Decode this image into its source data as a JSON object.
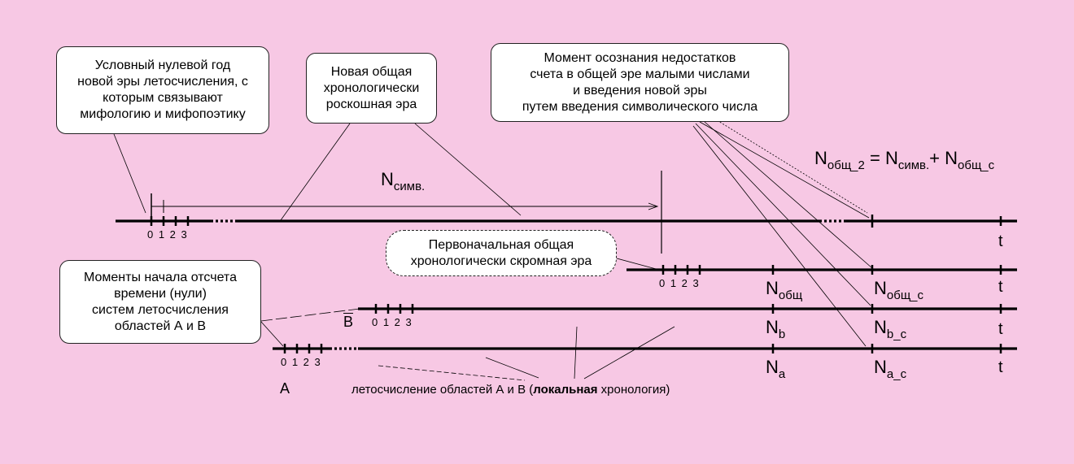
{
  "callouts": {
    "zero_year": "Условный нулевой год\nновой эры летосчисления, с\nкоторым связывают\nмифологию и мифопоэтику",
    "new_era": "Новая общая\nхронологически\nроскошная эра",
    "moment": "Момент осознания недостатков\nсчета в общей эре малыми числами\nи введения новой эры\nпутем введения символического числа",
    "original_era": "Первоначальная общая\nхронологически скромная эра",
    "origins": "Моменты начала отсчета\nвремени (нули)\nсистем летосчисления\nобластей А и В"
  },
  "labels": {
    "n_symb_base": "N",
    "n_symb_sub": "симв.",
    "formula_n1": "N",
    "formula_n1_sub": "общ_2",
    "formula_eq": " = ",
    "formula_n2": "N",
    "formula_n2_sub": "симв.",
    "formula_plus": "+ ",
    "formula_n3": "N",
    "formula_n3_sub": "общ_с",
    "ticks": "0 1 2 3",
    "t": "t",
    "n": "N",
    "n_obsch_sub": "общ",
    "n_obsch_c_sub": "общ_с",
    "n_b_sub": "b",
    "n_b_c_sub": "b_c",
    "n_a_sub": "a",
    "n_a_c_sub": "a_c",
    "area_a": "A",
    "area_b": "B",
    "legend_pre": "летосчисление областей А и В (",
    "legend_bold": "локальная",
    "legend_post": " хронология)"
  }
}
